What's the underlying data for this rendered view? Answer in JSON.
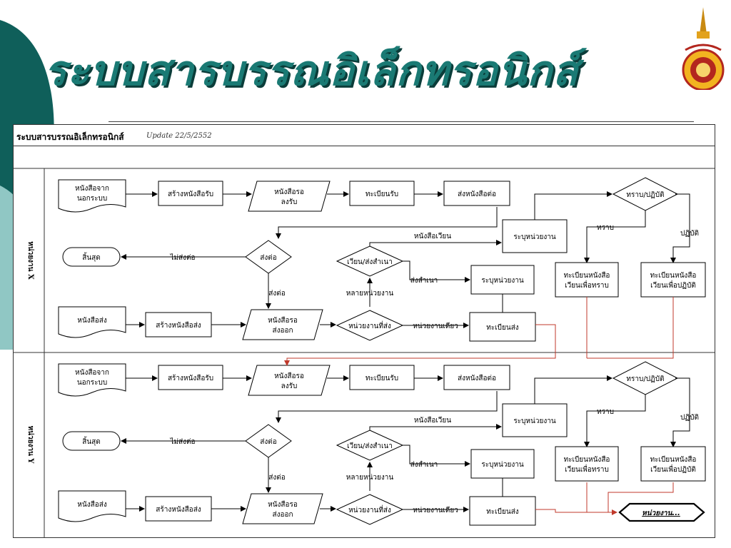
{
  "slide": {
    "title": "ระบบสารบรรณอิเล็กทรอนิกส์",
    "accent_color": "#1a7a74",
    "logo_icon": "university-seal-icon"
  },
  "diagram": {
    "header_title": "ระบบสารบรรณอิเล็กทรอนิกส์",
    "header_update": "Update 22/5/2552",
    "lanes": [
      {
        "name": "หน่วยงาน X",
        "doc_from_outside": "หนังสือจาก\nนอกระบบ",
        "create_received": "สร้างหนังสือรับ",
        "waiting_receive": "หนังสือรอ\nลงรับ",
        "register_received": "ทะเบียนรับ",
        "forward_doc": "ส่งหนังสือต่อ",
        "acknowledge_or_act": "ทราบ/ปฏิบัติ",
        "label_acknowledge": "ทราบ",
        "label_act": "ปฏิบัติ",
        "circular_letter": "หนังสือเวียน",
        "specify_unit_top": "ระบุหน่วยงาน",
        "end": "สิ้นสุด",
        "not_forward": "ไม่ส่งต่อ",
        "forward_decision": "ส่งต่อ",
        "forward_yes": "ส่งต่อ",
        "circulate_or_copy": "เวียน/ส่งสำเนา",
        "send_copy": "ส่งสำเนา",
        "multiple_units": "หลายหน่วยงาน",
        "specify_unit_mid": "ระบุหน่วยงาน",
        "register_ack": "ทะเบียนหนังสือ\nเวียนเพื่อทราบ",
        "register_act": "ทะเบียนหนังสือ\nเวียนเพื่อปฏิบัติ",
        "doc_send": "หนังสือส่ง",
        "create_send": "สร้างหนังสือส่ง",
        "waiting_send": "หนังสือรอ\nส่งออก",
        "target_units": "หน่วยงานที่ส่ง",
        "single_unit": "หน่วยงานเดียว",
        "register_send": "ทะเบียนส่ง"
      },
      {
        "name": "หน่วยงาน Y",
        "doc_from_outside": "หนังสือจาก\nนอกระบบ",
        "create_received": "สร้างหนังสือรับ",
        "waiting_receive": "หนังสือรอ\nลงรับ",
        "register_received": "ทะเบียนรับ",
        "forward_doc": "ส่งหนังสือต่อ",
        "acknowledge_or_act": "ทราบ/ปฏิบัติ",
        "label_acknowledge": "ทราบ",
        "label_act": "ปฏิบัติ",
        "circular_letter": "หนังสือเวียน",
        "specify_unit_top": "ระบุหน่วยงาน",
        "end": "สิ้นสุด",
        "not_forward": "ไม่ส่งต่อ",
        "forward_decision": "ส่งต่อ",
        "forward_yes": "ส่งต่อ",
        "circulate_or_copy": "เวียน/ส่งสำเนา",
        "send_copy": "ส่งสำเนา",
        "multiple_units": "หลายหน่วยงาน",
        "specify_unit_mid": "ระบุหน่วยงาน",
        "register_ack": "ทะเบียนหนังสือ\nเวียนเพื่อทราบ",
        "register_act": "ทะเบียนหนังสือ\nเวียนเพื่อปฏิบัติ",
        "doc_send": "หนังสือส่ง",
        "create_send": "สร้างหนังสือส่ง",
        "waiting_send": "หนังสือรอ\nส่งออก",
        "target_units": "หน่วยงานที่ส่ง",
        "single_unit": "หน่วยงานเดียว",
        "register_send": "ทะเบียนส่ง"
      }
    ],
    "offpage_connector": "หน่วยงาน...",
    "flow_color": "#c0392b"
  }
}
